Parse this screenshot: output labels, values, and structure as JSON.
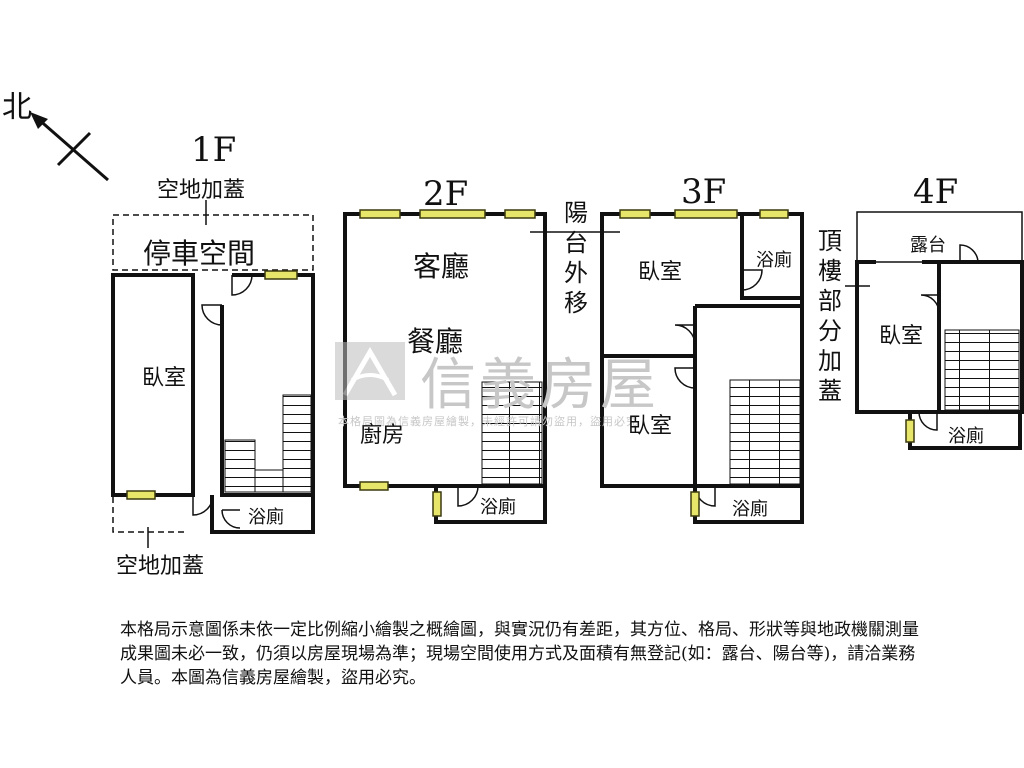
{
  "compass": {
    "label": "北",
    "icon": "north-arrow-icon"
  },
  "floors": {
    "f1": {
      "title": "1F",
      "note_top": "空地加蓋",
      "parking": "停車空間",
      "bedroom": "臥室",
      "bath": "浴廁",
      "note_bottom": "空地加蓋"
    },
    "f2": {
      "title": "2F",
      "living": "客廳",
      "dining": "餐廳",
      "kitchen": "廚房",
      "bath": "浴廁",
      "balcony_note": "陽台外移"
    },
    "f3": {
      "title": "3F",
      "bedroom1": "臥室",
      "bath_top": "浴廁",
      "bedroom2": "臥室",
      "bath": "浴廁"
    },
    "f4": {
      "title": "4F",
      "terrace": "露台",
      "bedroom": "臥室",
      "bath": "浴廁",
      "roof_note": "頂樓部分加蓋"
    }
  },
  "watermark": {
    "brand": "信義房屋",
    "subtitle": "本格局圖為信義房屋繪製，未經許可請勿盜用，盜用必究"
  },
  "disclaimer": "本格局示意圖係未依一定比例縮小繪製之概繪圖，與實況仍有差距，其方位、格局、形狀等與地政機關測量成果圖未必一致，仍須以房屋現場為準；現場空間使用方式及面積有無登記(如：露台、陽台等)，請洽業務人員。本圖為信義房屋繪製，盜用必究。",
  "colors": {
    "wall": "#111111",
    "window_fill": "#e8e66a",
    "window_stroke": "#3a3a10",
    "watermark": "#c7c7c7"
  }
}
